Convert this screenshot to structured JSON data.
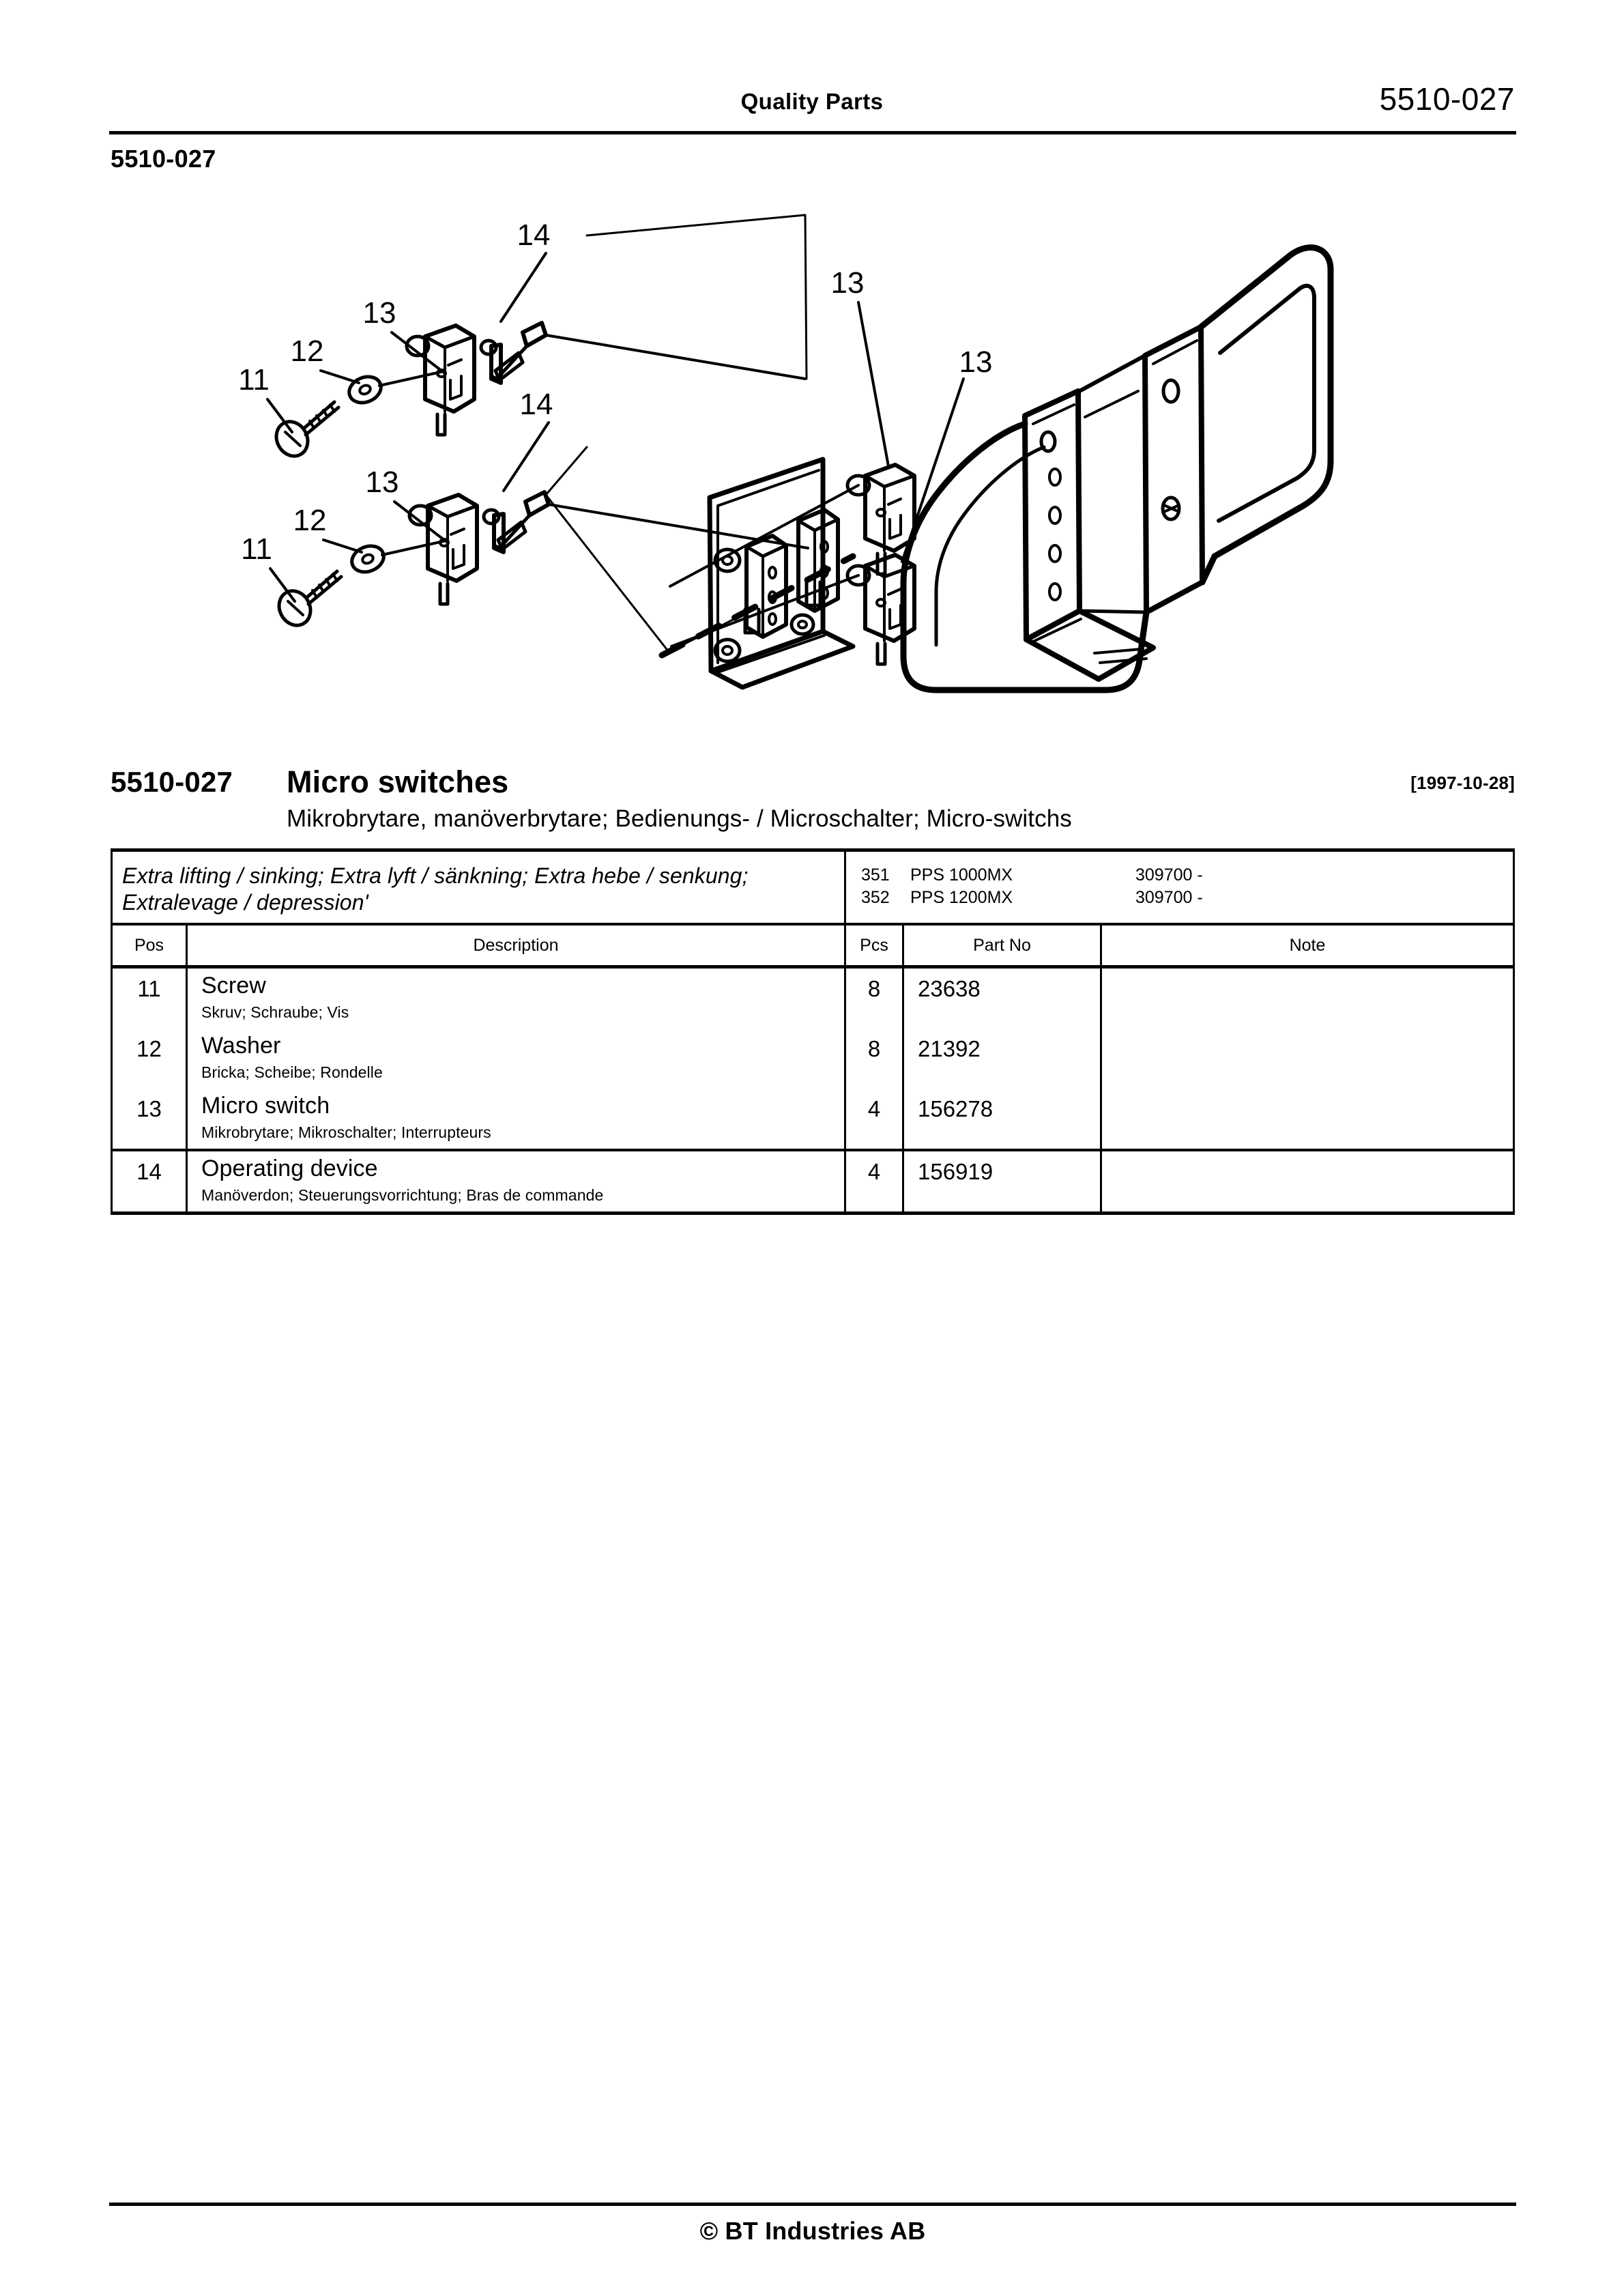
{
  "header": {
    "center_title": "Quality Parts",
    "right_code": "5510-027",
    "section_code": "5510-027"
  },
  "title_block": {
    "code": "5510-027",
    "name": "Micro switches",
    "subtitle": "Mikrobrytare, manöverbrytare; Bedienungs- / Microschalter; Micro-switchs",
    "date": "[1997-10-28]"
  },
  "applicability": {
    "description": "Extra lifting / sinking; Extra lyft / sänkning; Extra hebe / senkung; Extralevage / depression'",
    "models": [
      {
        "code": "351",
        "name": "PPS 1000MX",
        "serial": "309700 -"
      },
      {
        "code": "352",
        "name": "PPS 1200MX",
        "serial": "309700 -"
      }
    ]
  },
  "table": {
    "columns": {
      "pos": "Pos",
      "description": "Description",
      "pcs": "Pcs",
      "part_no": "Part No",
      "note": "Note"
    },
    "rows": [
      {
        "pos": "11",
        "description": "Screw",
        "description_alt": "Skruv; Schraube; Vis",
        "pcs": "8",
        "part_no": "23638",
        "note": ""
      },
      {
        "pos": "12",
        "description": "Washer",
        "description_alt": "Bricka; Scheibe; Rondelle",
        "pcs": "8",
        "part_no": "21392",
        "note": ""
      },
      {
        "pos": "13",
        "description": "Micro switch",
        "description_alt": "Mikrobrytare; Mikroschalter; Interrupteurs",
        "pcs": "4",
        "part_no": "156278",
        "note": ""
      },
      {
        "pos": "14",
        "description": "Operating device",
        "description_alt": "Manöverdon; Steuerungsvorrichtung; Bras de commande",
        "pcs": "4",
        "part_no": "156919",
        "note": ""
      }
    ]
  },
  "illustration": {
    "callouts": [
      {
        "id": "c1",
        "label": "14"
      },
      {
        "id": "c2",
        "label": "13"
      },
      {
        "id": "c3",
        "label": "12"
      },
      {
        "id": "c4",
        "label": "11"
      },
      {
        "id": "c5",
        "label": "13"
      },
      {
        "id": "c6",
        "label": "14"
      },
      {
        "id": "c7",
        "label": "13"
      },
      {
        "id": "c8",
        "label": "12"
      },
      {
        "id": "c9",
        "label": "11"
      },
      {
        "id": "c10",
        "label": "13"
      }
    ]
  },
  "footer": {
    "copyright": "© BT Industries AB"
  }
}
